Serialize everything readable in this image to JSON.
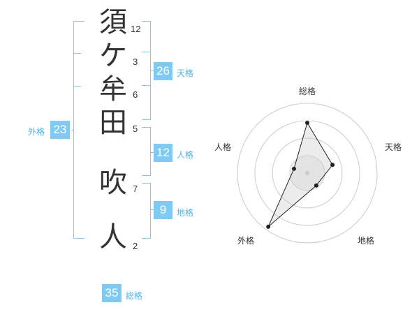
{
  "name": {
    "chars": [
      {
        "char": "須",
        "strokes": "12"
      },
      {
        "char": "ケ",
        "strokes": "3"
      },
      {
        "char": "牟",
        "strokes": "6"
      },
      {
        "char": "田",
        "strokes": "5"
      },
      {
        "char": "吹",
        "strokes": "7"
      },
      {
        "char": "人",
        "strokes": "2"
      }
    ]
  },
  "fortunes": {
    "tenkaku": {
      "value": "26",
      "label": "天格"
    },
    "jinkaku": {
      "value": "12",
      "label": "人格"
    },
    "chikaku": {
      "value": "9",
      "label": "地格"
    },
    "gaikaku": {
      "value": "23",
      "label": "外格"
    },
    "soukaku": {
      "value": "35",
      "label": "総格"
    }
  },
  "radar": {
    "axes": [
      "総格",
      "天格",
      "地格",
      "外格",
      "人格"
    ],
    "values": [
      0.72,
      0.38,
      0.22,
      0.95,
      0.2
    ]
  },
  "colors": {
    "accent": "#7fcaf3",
    "label": "#4eb3e8"
  }
}
